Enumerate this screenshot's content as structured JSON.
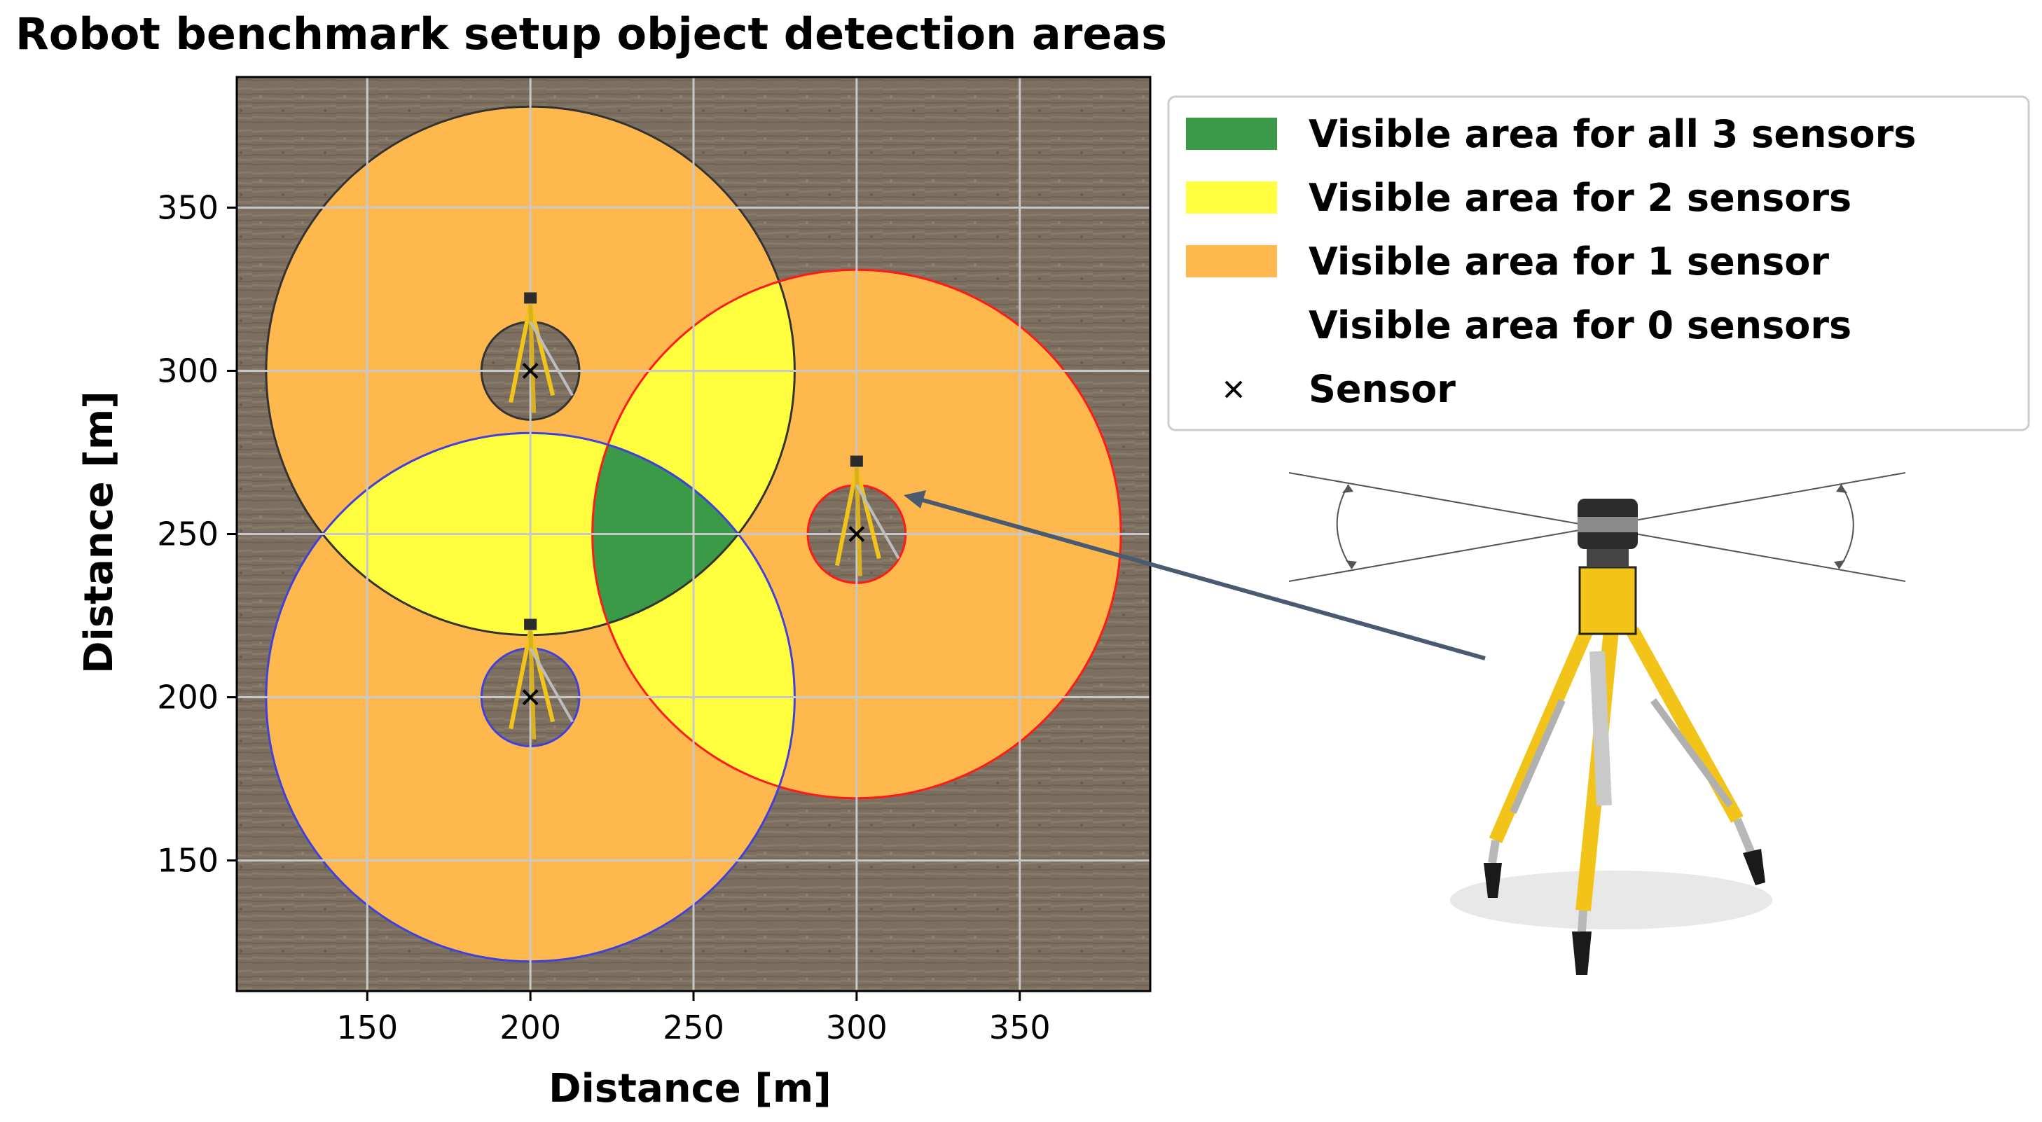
{
  "chart_data": {
    "type": "scatter",
    "title": "Robot benchmark setup object detection areas",
    "xlabel": "Distance [m]",
    "ylabel": "Distance [m]",
    "xlim": [
      110,
      390
    ],
    "ylim": [
      110,
      390
    ],
    "xticks": [
      150,
      200,
      250,
      300,
      350
    ],
    "yticks": [
      150,
      200,
      250,
      300,
      350
    ],
    "grid": true,
    "legend_position": "outside-right",
    "sensors": [
      {
        "x": 200,
        "y": 300,
        "radius": 81,
        "blind_radius": 15,
        "edge_color": "#333333"
      },
      {
        "x": 300,
        "y": 250,
        "radius": 81,
        "blind_radius": 15,
        "edge_color": "#ff1a1a"
      },
      {
        "x": 200,
        "y": 200,
        "radius": 81,
        "blind_radius": 15,
        "edge_color": "#4040dd"
      }
    ],
    "legend": [
      {
        "label": "Visible area for all 3 sensors",
        "color": "#3a9a48",
        "kind": "patch"
      },
      {
        "label": "Visible area for 2 sensors",
        "color": "#ffff40",
        "kind": "patch"
      },
      {
        "label": "Visible area for 1 sensor",
        "color": "#ffb84d",
        "kind": "patch"
      },
      {
        "label": "Visible area for 0 sensors",
        "color": "",
        "kind": "patch"
      },
      {
        "label": "Sensor",
        "color": "#000000",
        "kind": "marker-x"
      }
    ],
    "colors": {
      "three": "#3a9a48",
      "two": "#ffff40",
      "one": "#ffb84d",
      "field": "#7a6d5e",
      "grid": "#c8c8c8",
      "arrow": "#4a5a70"
    }
  }
}
